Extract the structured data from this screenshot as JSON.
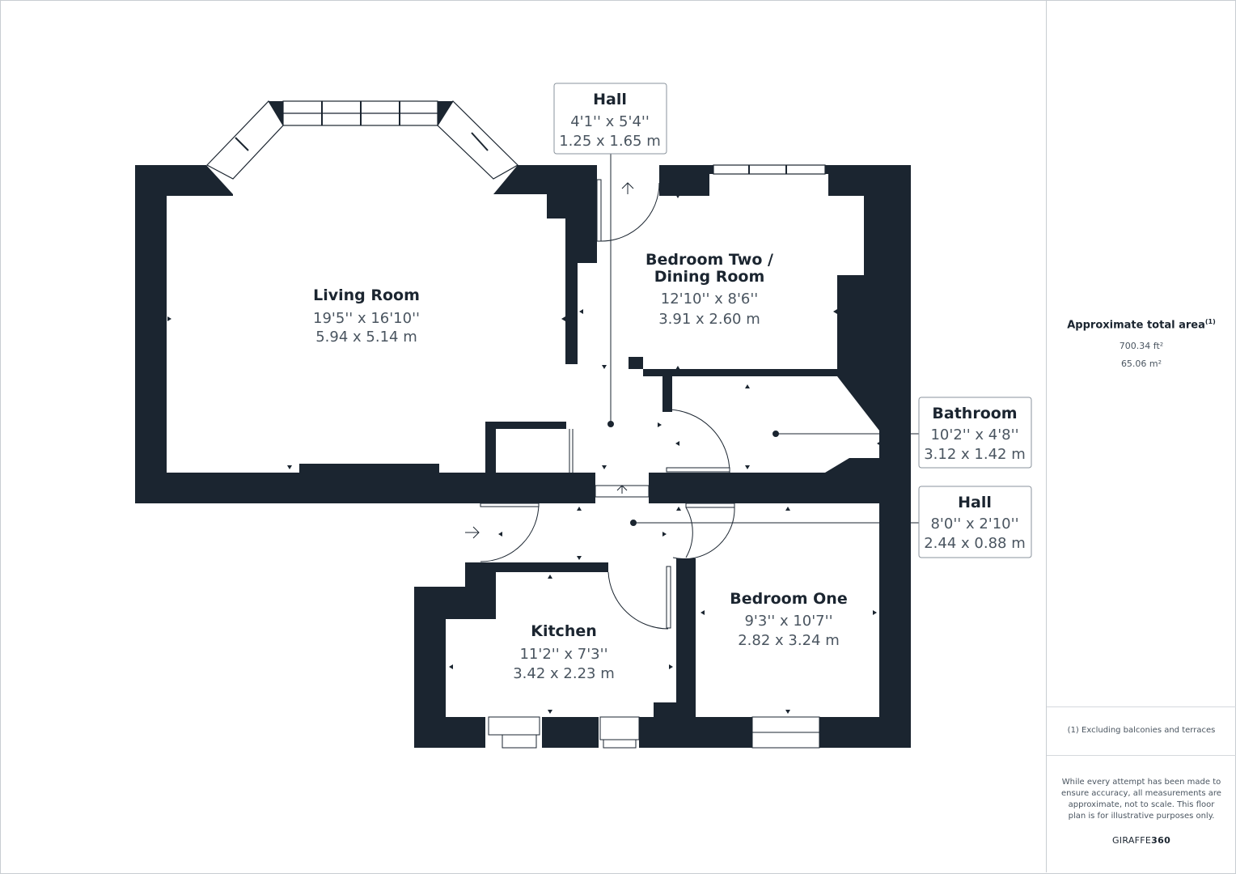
{
  "rooms": {
    "living_room": {
      "name": "Living Room",
      "imperial": "19'5'' x 16'10''",
      "metric": "5.94 x 5.14 m"
    },
    "bedroom_two": {
      "name_line1": "Bedroom Two /",
      "name_line2": "Dining Room",
      "imperial": "12'10'' x 8'6''",
      "metric": "3.91 x 2.60 m"
    },
    "kitchen": {
      "name": "Kitchen",
      "imperial": "11'2'' x 7'3''",
      "metric": "3.42 x 2.23 m"
    },
    "bedroom_one": {
      "name": "Bedroom One",
      "imperial": "9'3'' x 10'7''",
      "metric": "2.82 x 3.24 m"
    }
  },
  "callouts": {
    "hall_top": {
      "name": "Hall",
      "imperial": "4'1'' x 5'4''",
      "metric": "1.25 x 1.65 m"
    },
    "bathroom": {
      "name": "Bathroom",
      "imperial": "10'2'' x 4'8''",
      "metric": "3.12 x 1.42 m"
    },
    "hall_lower": {
      "name": "Hall",
      "imperial": "8'0'' x 2'10''",
      "metric": "2.44 x 0.88 m"
    }
  },
  "sidebar": {
    "area_title": "Approximate total area",
    "area_note_marker": "(1)",
    "area_ft": "700.34 ft²",
    "area_m": "65.06 m²",
    "footnote": "(1) Excluding balconies and terraces",
    "disclaimer": "While every attempt has been made to ensure accuracy, all measurements are approximate, not to scale. This floor plan is for illustrative purposes only.",
    "brand_a": "GIRAFFE",
    "brand_b": "360"
  },
  "colors": {
    "wall": "#1b2530",
    "background": "#ffffff",
    "text_dim": "#4a5560"
  }
}
